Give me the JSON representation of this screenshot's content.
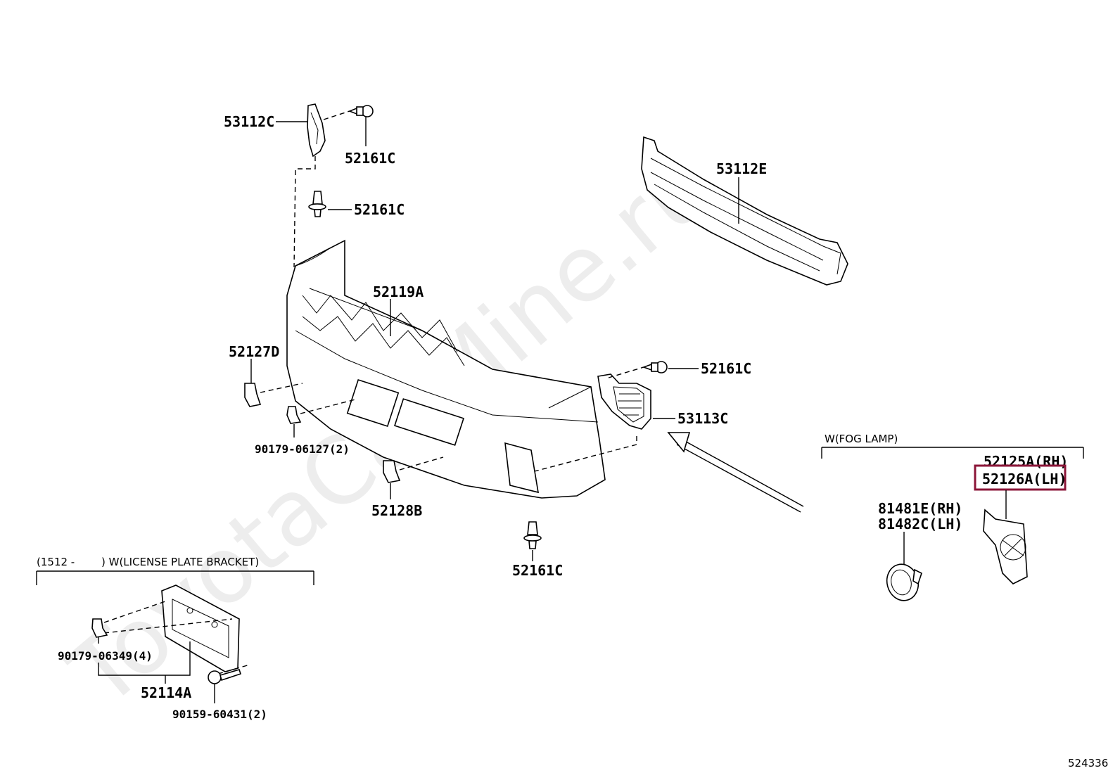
{
  "watermark": "ToyotaCarMine.ru",
  "diagram_id": "524336",
  "groups": {
    "fog_lamp": "W(FOG LAMP)",
    "license_plate_prefix": "(1512 -",
    "license_plate": ") W(LICENSE PLATE BRACKET)"
  },
  "labels": {
    "p53112C": "53112C",
    "p52161C_a": "52161C",
    "p52161C_b": "52161C",
    "p53112E": "53112E",
    "p52119A": "52119A",
    "p52127D": "52127D",
    "p52161C_c": "52161C",
    "p53113C": "53113C",
    "p90179_06127": "90179-06127(2)",
    "p52128B": "52128B",
    "p52161C_d": "52161C",
    "p52125A": "52125A(RH)",
    "p52126A": "52126A(LH)",
    "p81481E": "81481E(RH)",
    "p81482C": "81482C(LH)",
    "p90179_06349": "90179-06349(4)",
    "p52114A": "52114A",
    "p90159_60431": "90159-60431(2)"
  },
  "highlight_color": "#8b1538"
}
